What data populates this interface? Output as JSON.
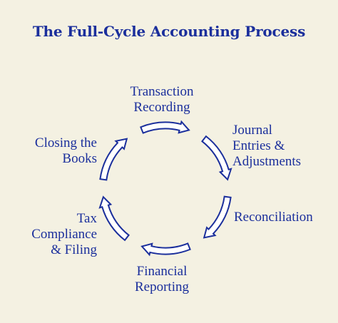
{
  "title": "The Full-Cycle Accounting Process",
  "colors": {
    "text": "#1b2f9c",
    "arrow_stroke": "#1b2f9c",
    "arrow_fill": "#ffffff",
    "background": "#f4f1e2"
  },
  "steps": [
    {
      "label": "Transaction\nRecording"
    },
    {
      "label": "Journal\nEntries &\nAdjustments"
    },
    {
      "label": "Reconciliation"
    },
    {
      "label": "Financial\nReporting"
    },
    {
      "label": "Tax\nCompliance\n& Filing"
    },
    {
      "label": "Closing the\nBooks"
    }
  ],
  "arrows": [
    {
      "from": "Transaction Recording",
      "to": "Journal Entries & Adjustments"
    },
    {
      "from": "Journal Entries & Adjustments",
      "to": "Reconciliation"
    },
    {
      "from": "Reconciliation",
      "to": "Financial Reporting"
    },
    {
      "from": "Financial Reporting",
      "to": "Tax Compliance & Filing"
    },
    {
      "from": "Tax Compliance & Filing",
      "to": "Closing the Books"
    },
    {
      "from": "Closing the Books",
      "to": "Transaction Recording"
    }
  ]
}
